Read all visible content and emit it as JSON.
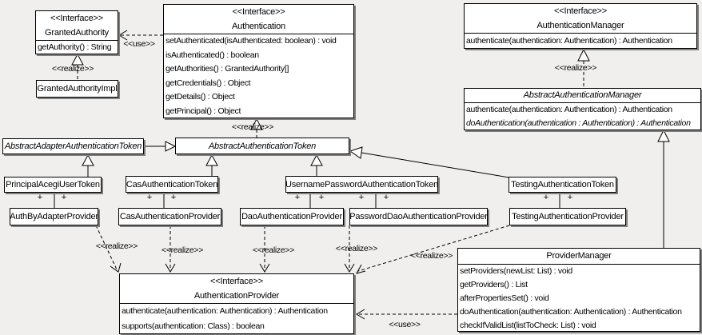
{
  "labels": {
    "use": "<<use>>",
    "realize": "<<realize>>",
    "plus": "+"
  },
  "colors": {
    "background": "#f0efed",
    "box_fill": "#ffffff",
    "line": "#000000",
    "shadow": "#808080"
  },
  "classes": {
    "granted_authority": {
      "stereotype": "<<Interface>>",
      "name": "GrantedAuthority",
      "methods": [
        "getAuthority() : String"
      ]
    },
    "granted_authority_impl": {
      "name": "GrantedAuthorityImpl"
    },
    "authentication": {
      "stereotype": "<<Interface>>",
      "name": "Authentication",
      "methods": [
        "setAuthenticated(isAuthenticated: boolean) : void",
        "isAuthenticated() : boolean",
        "getAuthorities() : GrantedAuthority[]",
        "getCredentials() : Object",
        "getDetails() : Object",
        "getPrincipal() : Object"
      ]
    },
    "authentication_manager": {
      "stereotype": "<<Interface>>",
      "name": "AuthenticationManager",
      "methods": [
        "authenticate(authentication: Authentication) : Authentication"
      ]
    },
    "abstract_authentication_manager": {
      "name": "AbstractAuthenticationManager",
      "methods": [
        "authenticate(authentication: Authentication) : Authentication",
        "doAuthentication(authentication : Authentication) : Authentication"
      ]
    },
    "abstract_adapter_authentication_token": {
      "name": "AbstractAdapterAuthenticationToken"
    },
    "abstract_authentication_token": {
      "name": "AbstractAuthenticationToken"
    },
    "principal_acegi_user_token": {
      "name": "PrincipalAcegiUserToken"
    },
    "cas_authentication_token": {
      "name": "CasAuthenticationToken"
    },
    "username_password_authentication_token": {
      "name": "UsernamePasswordAuthenticationToken"
    },
    "testing_authentication_token": {
      "name": "TestingAuthenticationToken"
    },
    "auth_by_adapter_provider": {
      "name": "AuthByAdapterProvider"
    },
    "cas_authentication_provider": {
      "name": "CasAuthenticationProvider"
    },
    "dao_authentication_provider": {
      "name": "DaoAuthenticationProvider"
    },
    "password_dao_authentication_provider": {
      "name": "PasswordDaoAuthenticationProvider"
    },
    "testing_authentication_provider": {
      "name": "TestingAuthenticationProvider"
    },
    "provider_manager": {
      "name": "ProviderManager",
      "methods": [
        "setProviders(newList: List) : void",
        "getProviders() : List",
        "afterPropertiesSet() : void",
        "doAuthentication(authentication: Authentication) : Authentication",
        "checkIfValidList(listToCheck: List) : void"
      ]
    },
    "authentication_provider": {
      "stereotype": "<<Interface>>",
      "name": "AuthenticationProvider",
      "methods": [
        "authenticate(authentication: Authentication) : Authentication",
        "supports(authentication: Class) : boolean"
      ]
    }
  }
}
